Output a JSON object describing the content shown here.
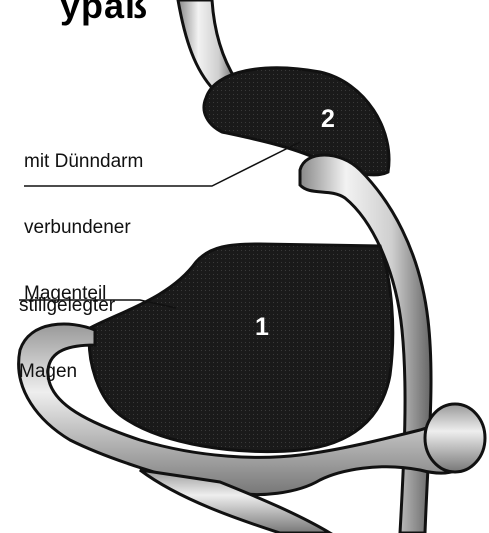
{
  "title_fragment": "ypaß",
  "labels": {
    "magenteil_lines": [
      "mit Dünndarm",
      "verbundener",
      "Magenteil"
    ],
    "stillgelegt_lines": [
      "stillgelegter",
      "Magen"
    ]
  },
  "markers": {
    "pouch": "2",
    "stomach": "1"
  },
  "colors": {
    "organ_dark": "#1a1a1a",
    "tube_light": "#d8d8d8",
    "tube_outline": "#111111",
    "background": "#ffffff"
  }
}
